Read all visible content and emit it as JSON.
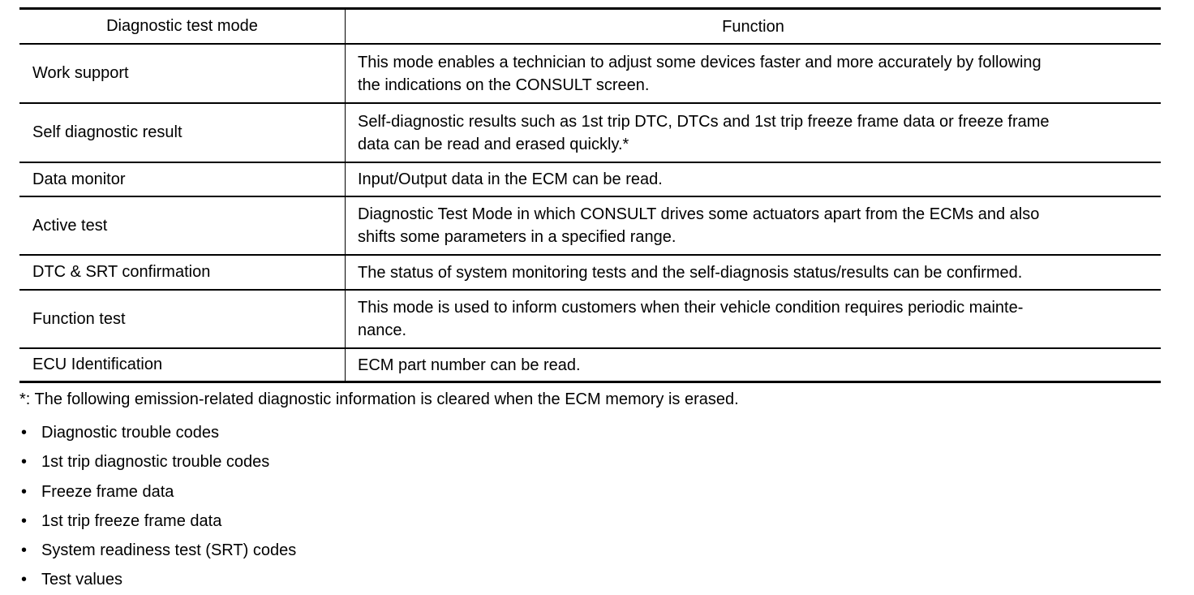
{
  "table": {
    "headers": [
      "Diagnostic test mode",
      "Function"
    ],
    "rows": [
      {
        "mode": "Work support",
        "function": [
          "This mode enables a technician to adjust some devices faster and more accurately by following",
          "the indications on the CONSULT screen."
        ]
      },
      {
        "mode": "Self diagnostic result",
        "function": [
          "Self-diagnostic results such as 1st trip DTC, DTCs and 1st trip freeze frame data or freeze frame",
          "data can be read and erased quickly.*"
        ]
      },
      {
        "mode": "Data monitor",
        "function": [
          "Input/Output data in the ECM can be read."
        ]
      },
      {
        "mode": "Active test",
        "function": [
          "Diagnostic Test Mode in which CONSULT drives some actuators apart from the ECMs and also",
          "shifts some parameters in a specified range."
        ]
      },
      {
        "mode": "DTC & SRT confirmation",
        "function": [
          "The status of system monitoring tests and the self-diagnosis status/results can be confirmed."
        ]
      },
      {
        "mode": "Function test",
        "function": [
          "This mode is used to inform customers when their vehicle condition requires periodic mainte-",
          "nance."
        ]
      },
      {
        "mode": "ECU Identification",
        "function": [
          "ECM part number can be read."
        ]
      }
    ]
  },
  "footnote": {
    "text": "*: The following emission-related diagnostic information is cleared when the ECM memory is erased.",
    "bullet": "•",
    "items": [
      "Diagnostic trouble codes",
      "1st trip diagnostic trouble codes",
      "Freeze frame data",
      "1st trip freeze frame data",
      "System readiness test (SRT) codes",
      "Test values"
    ]
  }
}
